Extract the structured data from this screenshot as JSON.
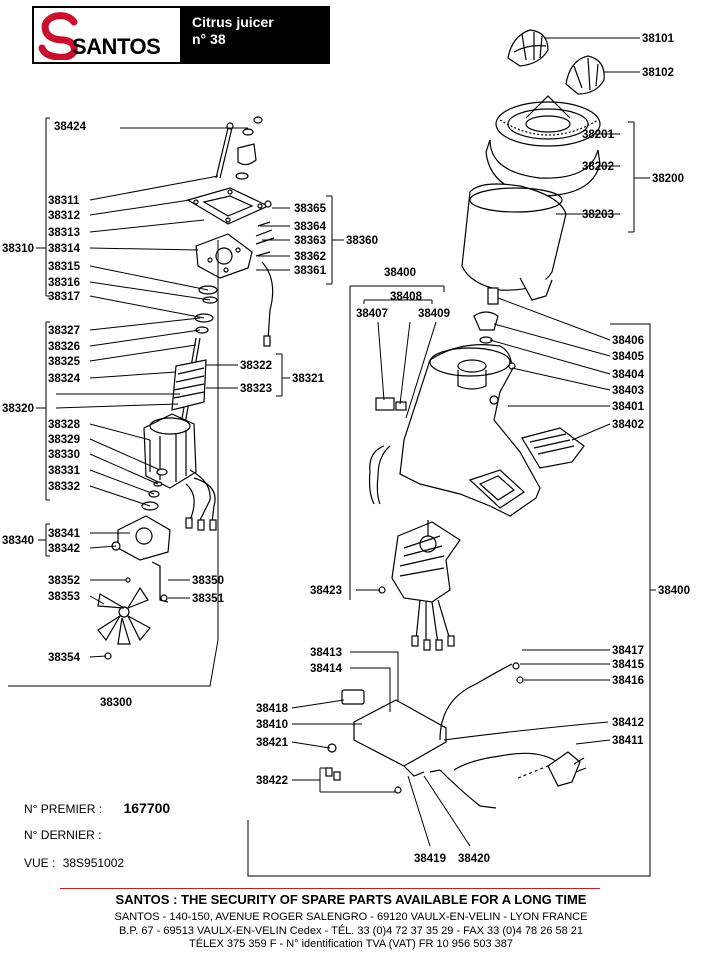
{
  "header": {
    "brand": "SANTOS",
    "title_line1": "Citrus juicer",
    "title_line2": "n° 38"
  },
  "info": {
    "premier_label": "N° PREMIER :",
    "premier_value": "167700",
    "dernier_label": "N° DERNIER :",
    "vue_label": "VUE :",
    "vue_value": "38S951002"
  },
  "footer": {
    "tagline": "SANTOS : THE SECURITY OF SPARE PARTS AVAILABLE FOR A LONG TIME",
    "address1": "SANTOS - 140-150, AVENUE ROGER SALENGRO - 69120 VAULX-EN-VELIN - LYON FRANCE",
    "address2": "B.P. 67 - 69513 VAULX-EN-VELIN Cedex - TÉL. 33 (0)4 72 37 35 29 - FAX 33 (0)4 78 26 58 21",
    "address3": "TÉLEX 375 359 F - N° identification TVA (VAT) FR 10 956 503 387"
  },
  "labels": {
    "p38101": "38101",
    "p38102": "38102",
    "p38201": "38201",
    "p38202": "38202",
    "p38200": "38200",
    "p38203": "38203",
    "p38424": "38424",
    "p38311": "38311",
    "p38312": "38312",
    "p38313": "38313",
    "p38314": "38314",
    "p38310": "38310",
    "p38315": "38315",
    "p38316": "38316",
    "p38317": "38317",
    "p38365": "38365",
    "p38364": "38364",
    "p38363": "38363",
    "p38360": "38360",
    "p38362": "38362",
    "p38361": "38361",
    "p38327": "38327",
    "p38326": "38326",
    "p38325": "38325",
    "p38324": "38324",
    "p38322": "38322",
    "p38323": "38323",
    "p38321": "38321",
    "p38320": "38320",
    "p38328": "38328",
    "p38329": "38329",
    "p38330": "38330",
    "p38331": "38331",
    "p38332": "38332",
    "p38341": "38341",
    "p38340": "38340",
    "p38342": "38342",
    "p38352": "38352",
    "p38350": "38350",
    "p38353": "38353",
    "p38351": "38351",
    "p38354": "38354",
    "p38300": "38300",
    "p38400": "38400",
    "p38408": "38408",
    "p38407": "38407",
    "p38409": "38409",
    "p38406": "38406",
    "p38405": "38405",
    "p38404": "38404",
    "p38403": "38403",
    "p38401": "38401",
    "p38402": "38402",
    "p38423": "38423",
    "p38400r": "38400",
    "p38413": "38413",
    "p38414": "38414",
    "p38417": "38417",
    "p38415": "38415",
    "p38416": "38416",
    "p38418": "38418",
    "p38410": "38410",
    "p38412": "38412",
    "p38421": "38421",
    "p38411": "38411",
    "p38422": "38422",
    "p38419": "38419",
    "p38420": "38420"
  }
}
